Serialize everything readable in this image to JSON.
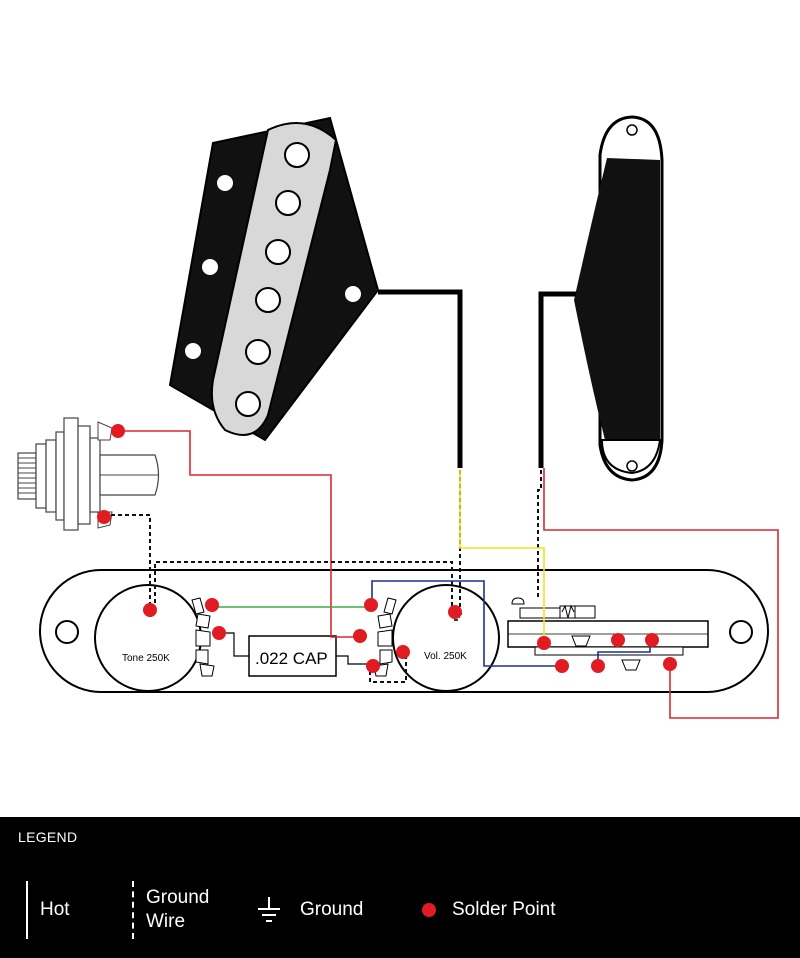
{
  "labels": {
    "tone_pot": "Tone 250K",
    "vol_pot": "Vol. 250K",
    "capacitor": ".022 CAP"
  },
  "legend": {
    "title": "LEGEND",
    "hot": "Hot",
    "ground_wire_1": "Ground",
    "ground_wire_2": "Wire",
    "ground": "Ground",
    "solder_point": "Solder Point"
  },
  "colors": {
    "hot_wire": "#d9282f",
    "solder_point": "#e11b22",
    "green_wire": "#3fae3f",
    "blue_wire": "#1f2f9c",
    "yellow_wire": "#f0e21e",
    "legend_bg": "#000000"
  },
  "icons": [
    "ground-symbol-icon",
    "solder-point-icon",
    "output-jack-icon"
  ]
}
